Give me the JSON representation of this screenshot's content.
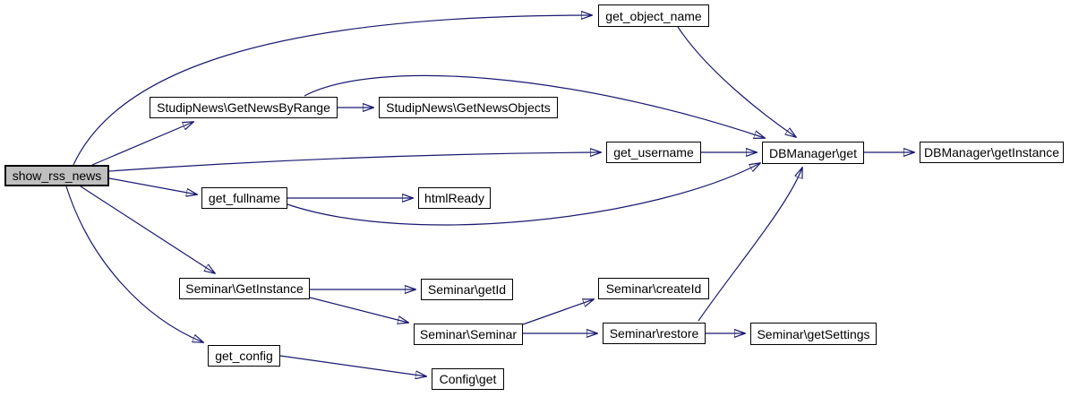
{
  "graph": {
    "kind": "call-graph",
    "root": "show_rss_news",
    "colors": {
      "edge": "#191970",
      "node_fill": "#ffffff",
      "node_border": "#000000",
      "highlight_fill": "#bfbfbf",
      "background": "#ffffff"
    },
    "nodes": [
      {
        "id": "show_rss_news",
        "label": "show_rss_news",
        "highlighted": true
      },
      {
        "id": "get_object_name",
        "label": "get_object_name",
        "highlighted": false
      },
      {
        "id": "StudipNews_GetNewsByRange",
        "label": "StudipNews\\GetNewsByRange",
        "highlighted": false
      },
      {
        "id": "StudipNews_GetNewsObjects",
        "label": "StudipNews\\GetNewsObjects",
        "highlighted": false
      },
      {
        "id": "get_username",
        "label": "get_username",
        "highlighted": false
      },
      {
        "id": "DBManager_get",
        "label": "DBManager\\get",
        "highlighted": false
      },
      {
        "id": "DBManager_getInstance",
        "label": "DBManager\\getInstance",
        "highlighted": false
      },
      {
        "id": "get_fullname",
        "label": "get_fullname",
        "highlighted": false
      },
      {
        "id": "htmlReady",
        "label": "htmlReady",
        "highlighted": false
      },
      {
        "id": "Seminar_GetInstance",
        "label": "Seminar\\GetInstance",
        "highlighted": false
      },
      {
        "id": "Seminar_getId",
        "label": "Seminar\\getId",
        "highlighted": false
      },
      {
        "id": "Seminar_createId",
        "label": "Seminar\\createId",
        "highlighted": false
      },
      {
        "id": "Seminar_Seminar",
        "label": "Seminar\\Seminar",
        "highlighted": false
      },
      {
        "id": "Seminar_restore",
        "label": "Seminar\\restore",
        "highlighted": false
      },
      {
        "id": "Seminar_getSettings",
        "label": "Seminar\\getSettings",
        "highlighted": false
      },
      {
        "id": "get_config",
        "label": "get_config",
        "highlighted": false
      },
      {
        "id": "Config_get",
        "label": "Config\\get",
        "highlighted": false
      }
    ],
    "edges": [
      {
        "from": "show_rss_news",
        "to": "get_object_name"
      },
      {
        "from": "show_rss_news",
        "to": "StudipNews_GetNewsByRange"
      },
      {
        "from": "show_rss_news",
        "to": "get_username"
      },
      {
        "from": "show_rss_news",
        "to": "get_fullname"
      },
      {
        "from": "show_rss_news",
        "to": "Seminar_GetInstance"
      },
      {
        "from": "show_rss_news",
        "to": "get_config"
      },
      {
        "from": "get_object_name",
        "to": "DBManager_get"
      },
      {
        "from": "StudipNews_GetNewsByRange",
        "to": "StudipNews_GetNewsObjects"
      },
      {
        "from": "StudipNews_GetNewsByRange",
        "to": "DBManager_get"
      },
      {
        "from": "get_username",
        "to": "DBManager_get"
      },
      {
        "from": "get_fullname",
        "to": "htmlReady"
      },
      {
        "from": "get_fullname",
        "to": "DBManager_get"
      },
      {
        "from": "DBManager_get",
        "to": "DBManager_getInstance"
      },
      {
        "from": "Seminar_GetInstance",
        "to": "Seminar_getId"
      },
      {
        "from": "Seminar_GetInstance",
        "to": "Seminar_Seminar"
      },
      {
        "from": "Seminar_Seminar",
        "to": "Seminar_createId"
      },
      {
        "from": "Seminar_Seminar",
        "to": "Seminar_restore"
      },
      {
        "from": "Seminar_restore",
        "to": "Seminar_getSettings"
      },
      {
        "from": "Seminar_restore",
        "to": "DBManager_get"
      },
      {
        "from": "get_config",
        "to": "Config_get"
      }
    ]
  }
}
